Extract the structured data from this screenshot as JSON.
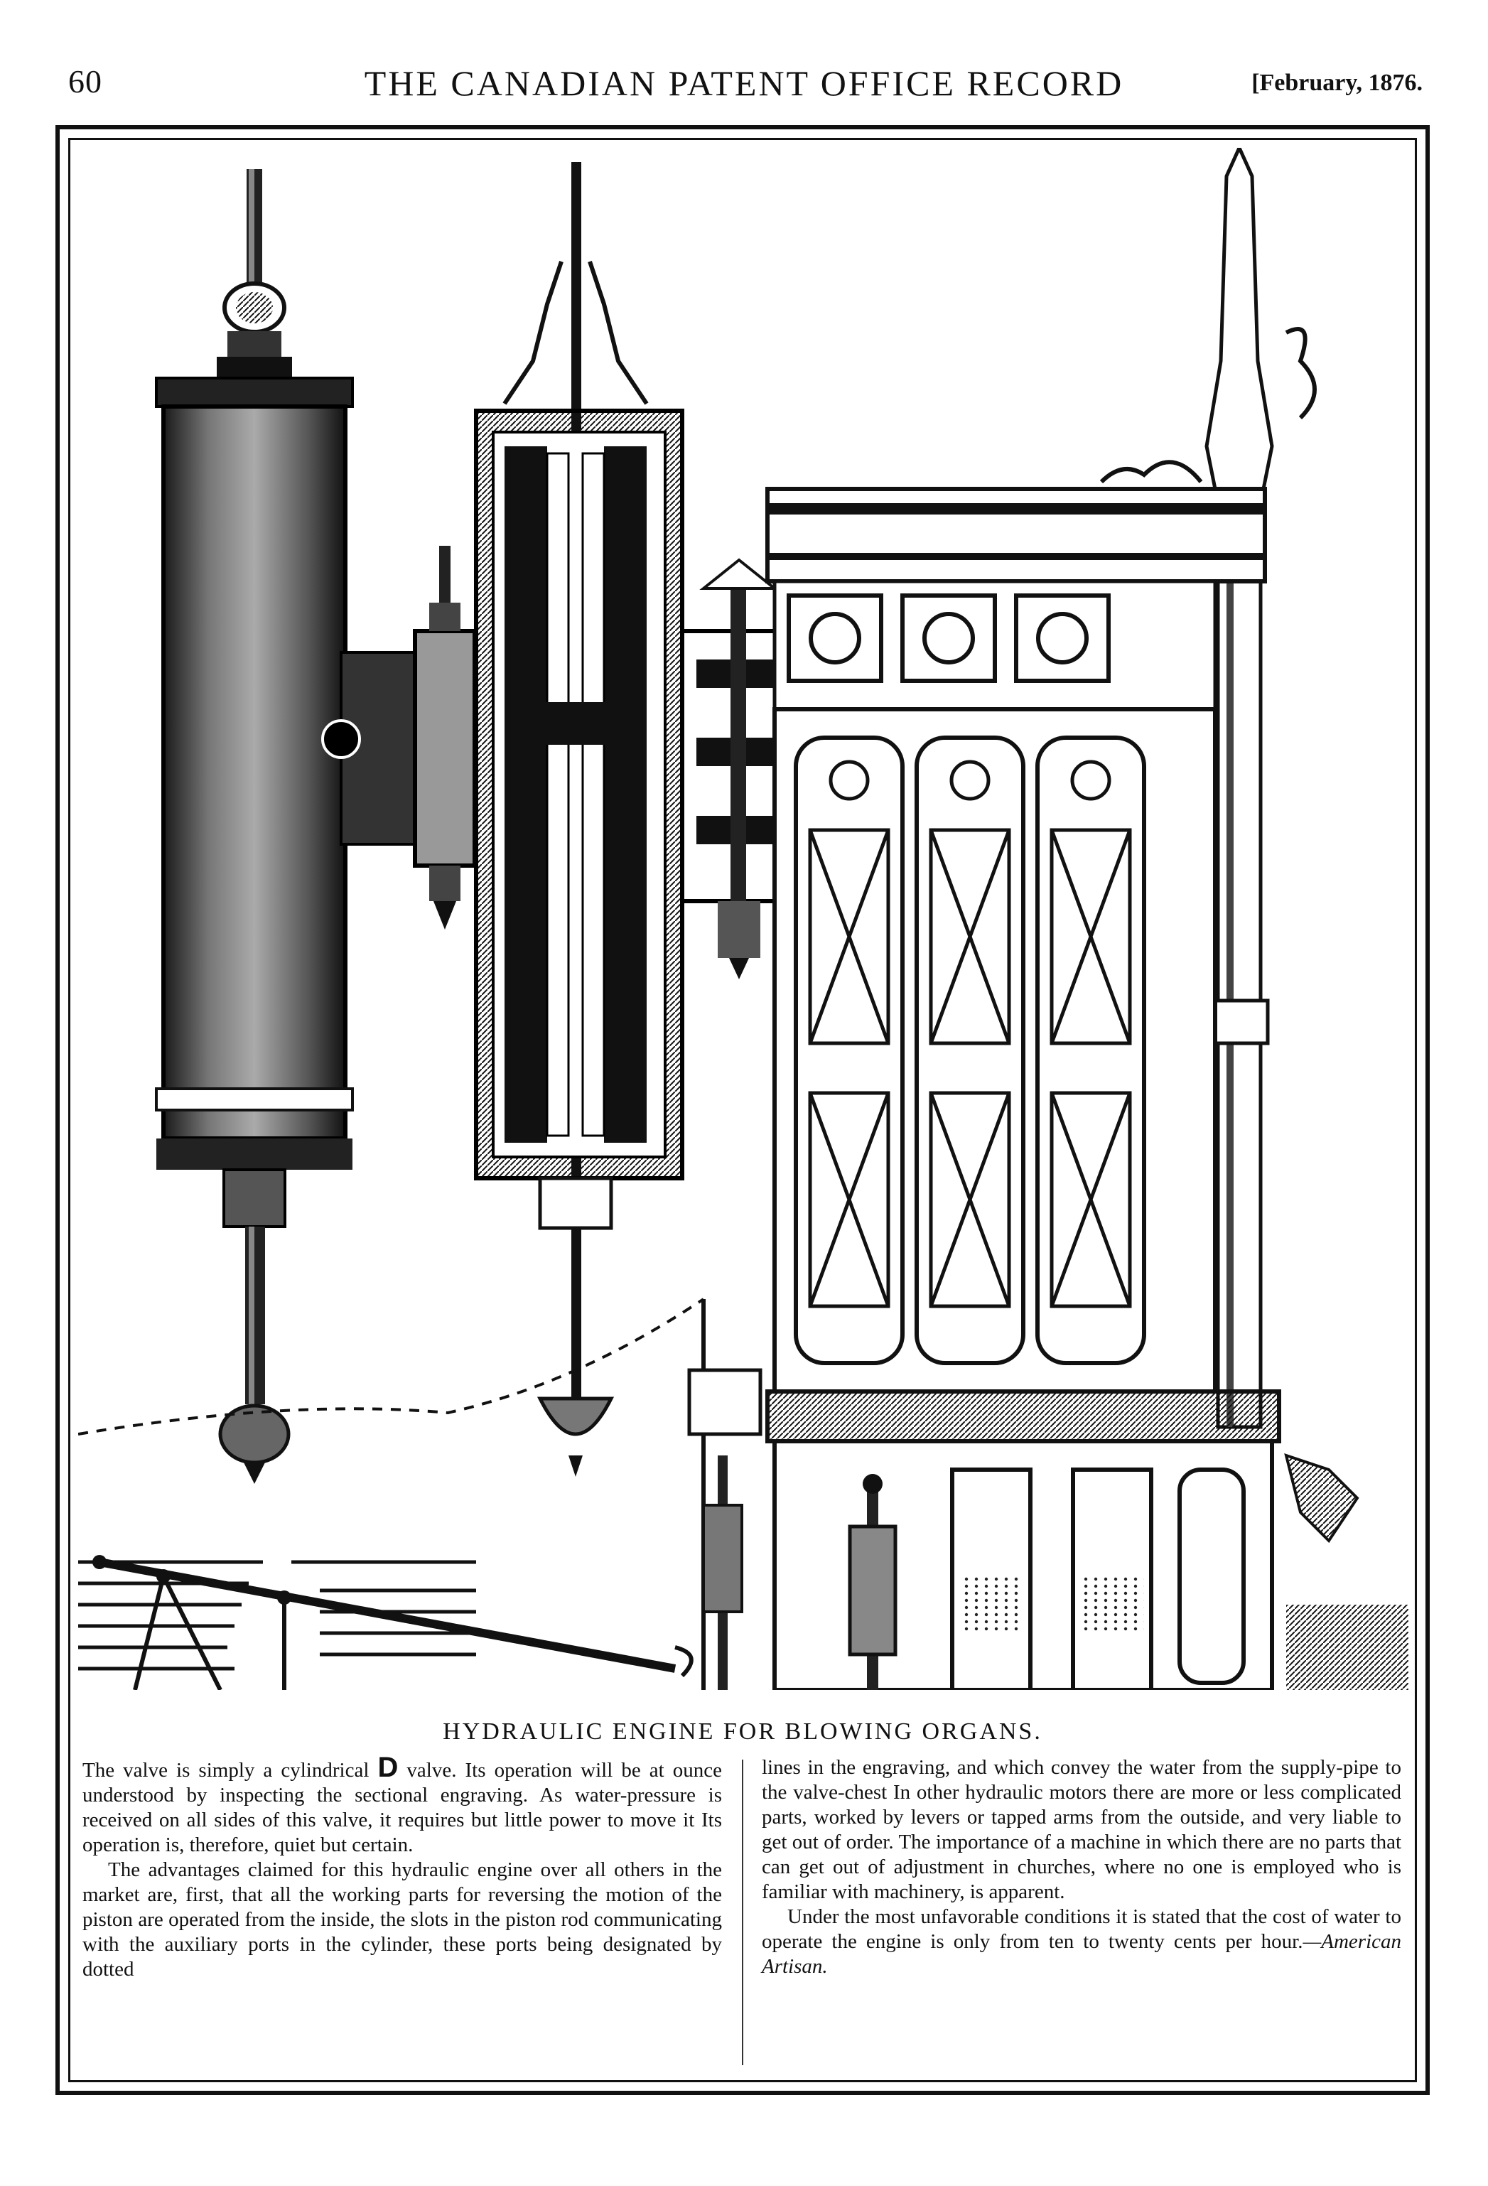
{
  "header": {
    "page_number": "60",
    "journal_title": "THE CANADIAN PATENT OFFICE RECORD",
    "issue_date": "[February, 1876."
  },
  "illustration": {
    "caption": "HYDRAULIC ENGINE FOR BLOWING ORGANS."
  },
  "article": {
    "left_column": {
      "para1_before": "The valve is simply a cylindrical ",
      "para1_d": "D",
      "para1_after": " valve. Its operation will be at ounce understood by inspecting the sectional engraving. As water-pressure is received on all sides of this valve, it requires but little power to move it Its operation is, therefore, quiet but certain.",
      "para2": "The advantages claimed for this hydraulic engine over all others in the market are, first, that all the working parts for reversing the motion of the piston are operated from the inside, the slots in the piston rod communicating with the auxiliary ports in the cylinder, these ports being designated by dotted"
    },
    "right_column": {
      "para1": "lines in the engraving, and which convey the water from the supply-pipe to the valve-chest In other hydraulic motors there are more or less complicated parts, worked by levers or tapped arms from the outside, and very liable to get out of order. The importance of a machine in which there are no parts that can get out of adjustment in churches, where no one is employed who is familiar with machinery, is apparent.",
      "para2": "Under the most unfavorable conditions it is stated that the cost of water to operate the engine is only from ten to twenty cents per hour.",
      "source": "—American Artisan."
    }
  }
}
